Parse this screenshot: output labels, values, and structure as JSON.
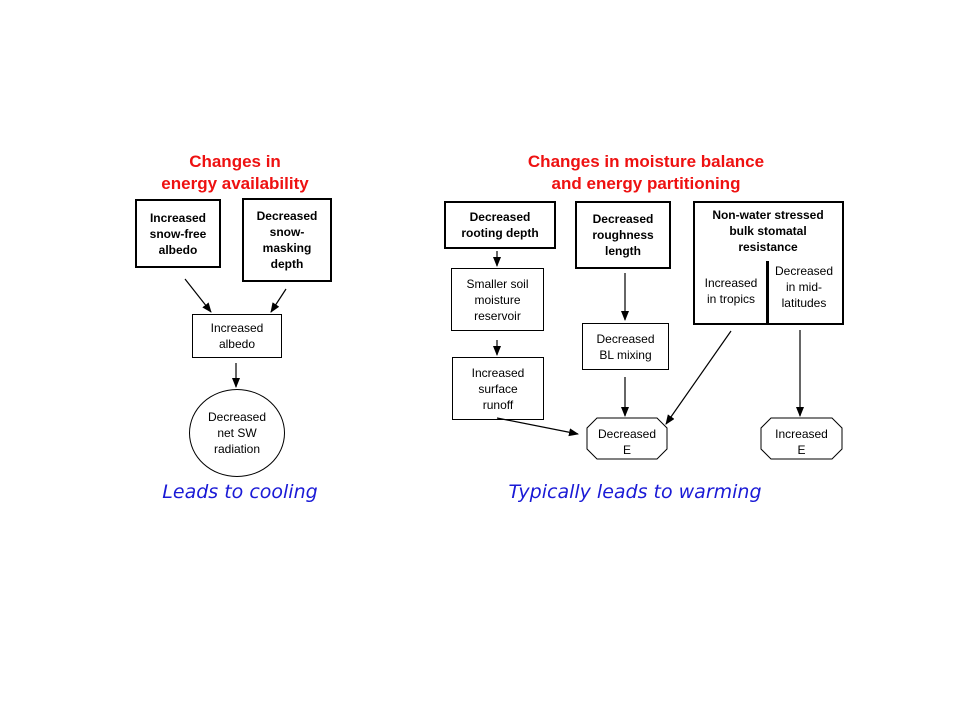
{
  "left": {
    "heading": "Changes in\nenergy availability",
    "box_snow_free": "Increased\nsnow-free\nalbedo",
    "box_snow_masking": "Decreased\nsnow-\nmasking\ndepth",
    "box_albedo": "Increased\nalbedo",
    "circle_sw": "Decreased\nnet SW\nradiation",
    "caption": "Leads to cooling"
  },
  "right": {
    "heading": "Changes in moisture balance\nand energy partitioning",
    "box_rooting": "Decreased\nrooting depth",
    "box_roughness": "Decreased\nroughness\nlength",
    "box_stomatal_title": "Non-water  stressed\nbulk stomatal\nresistance",
    "box_stomatal_tropics": "Increased\nin tropics",
    "box_stomatal_midlat": "Decreased\nin mid-\nlatitudes",
    "box_soil": "Smaller soil\nmoisture\nreservoir",
    "box_runoff": "Increased\nsurface\nrunoff",
    "box_bl": "Decreased\nBL mixing",
    "oct_decreased_e": "Decreased\nE",
    "oct_increased_e": "Increased\nE",
    "caption": "Typically leads to warming"
  },
  "colors": {
    "heading": "#ee1111",
    "caption": "#1a1ad6"
  }
}
